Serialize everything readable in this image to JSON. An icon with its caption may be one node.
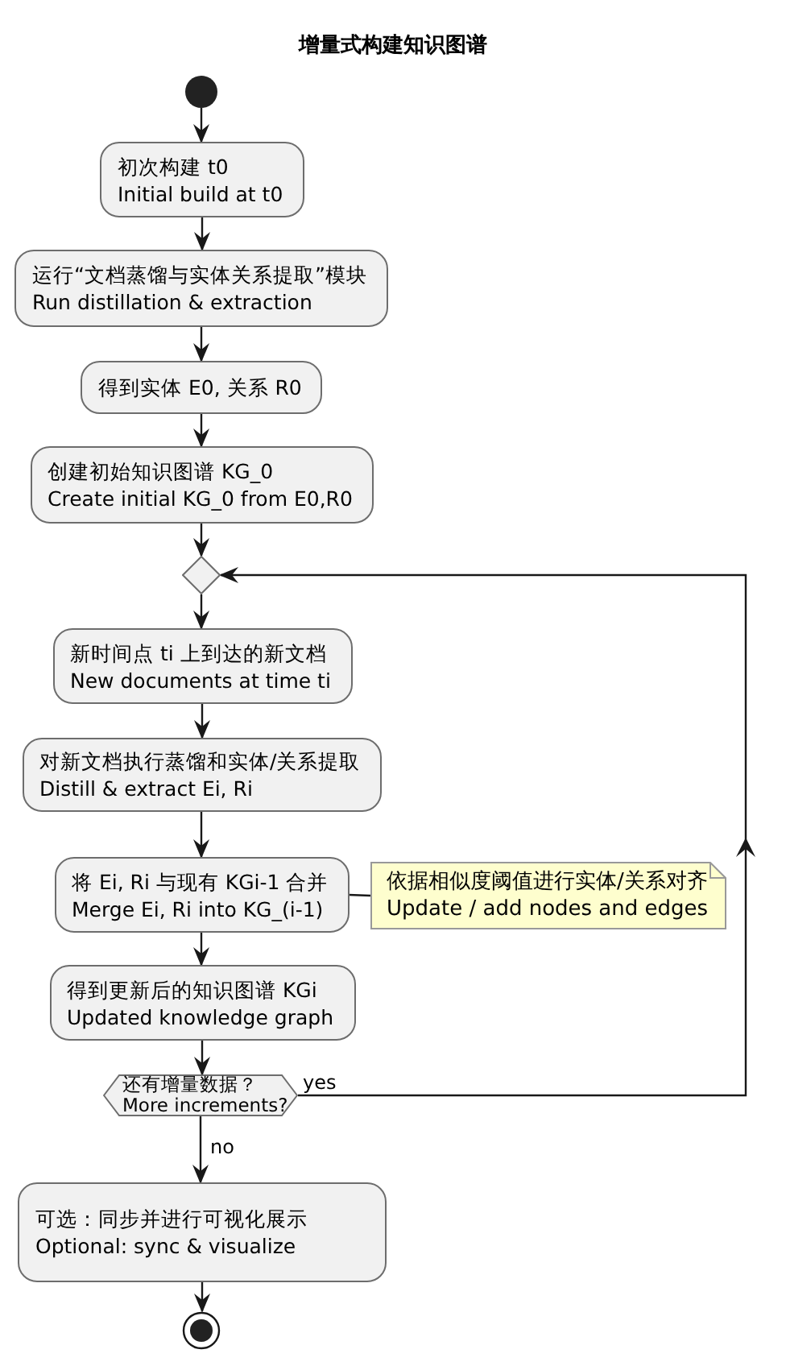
{
  "diagram": {
    "title": "增量式构建知识图谱",
    "nodes": [
      {
        "text": [],
        "shape": "circle"
      },
      {
        "text": [
          "初次构建 t0",
          "Initial build at t0"
        ]
      },
      {
        "text": [
          "运行“文档蒸馏与实体关系提取”模块",
          "Run distillation & extraction"
        ]
      },
      {
        "text": [
          "得到实体 E0, 关系 R0"
        ]
      },
      {
        "text": [
          "创建初始知识图谱 KG_0",
          "Create initial KG_0 from E0,R0"
        ]
      },
      {
        "text": [],
        "shape": "diamond"
      },
      {
        "text": [
          "新时间点 ti 上到达的新文档",
          "New documents at time ti"
        ]
      },
      {
        "text": [
          "对新文档执行蒸馏和实体/关系提取",
          "Distill & extract Ei, Ri"
        ]
      },
      {
        "text": [
          "将 Ei, Ri 与现有 KGi-1 合并",
          "Merge Ei, Ri into KG_(i-1)"
        ]
      },
      {
        "text": [
          "依据相似度阈值进行实体/关系对齐",
          "Update / add nodes and edges"
        ]
      },
      {
        "text": [
          "得到更新后的知识图谱 KGi",
          "Updated knowledge graph"
        ]
      },
      {
        "text": [
          "还有增量数据？",
          "More increments?"
        ]
      },
      {
        "text": [
          "可选：同步并进行可视化展示",
          "Optional: sync & visualize"
        ]
      },
      {
        "text": [],
        "shape": "circle"
      }
    ],
    "edges": [
      {
        "from": 0,
        "to": 1,
        "arrow": "to"
      },
      {
        "from": 1,
        "to": 2,
        "arrow": "to"
      },
      {
        "from": 2,
        "to": 3,
        "arrow": "to"
      },
      {
        "from": 3,
        "to": 4,
        "arrow": "to"
      },
      {
        "from": 4,
        "to": 5,
        "arrow": "to"
      },
      {
        "from": 5,
        "to": 6,
        "arrow": "to"
      },
      {
        "from": 6,
        "to": 7,
        "arrow": "to"
      },
      {
        "from": 7,
        "to": 8,
        "arrow": "to"
      },
      {
        "from": 9,
        "to": 8,
        "arrow": "none"
      },
      {
        "from": 8,
        "to": 10,
        "arrow": "to"
      },
      {
        "from": 10,
        "to": 11,
        "arrow": "to"
      },
      {
        "from": 11,
        "to": 5,
        "label": "yes",
        "arrow": "to"
      },
      {
        "from": 11,
        "to": 12,
        "label": "no",
        "arrow": "to"
      },
      {
        "from": 12,
        "to": 13,
        "arrow": "to"
      }
    ]
  }
}
